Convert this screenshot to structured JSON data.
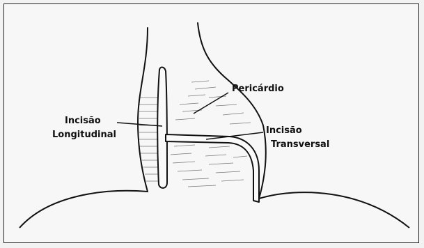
{
  "labels": {
    "pericardio": "Pericárdio",
    "incisao_longitudinal_line1": "Incisão",
    "incisao_longitudinal_line2": "Longitudinal",
    "incisao_transversal_line1": "Incisão",
    "incisao_transversal_line2": "Transversal"
  }
}
